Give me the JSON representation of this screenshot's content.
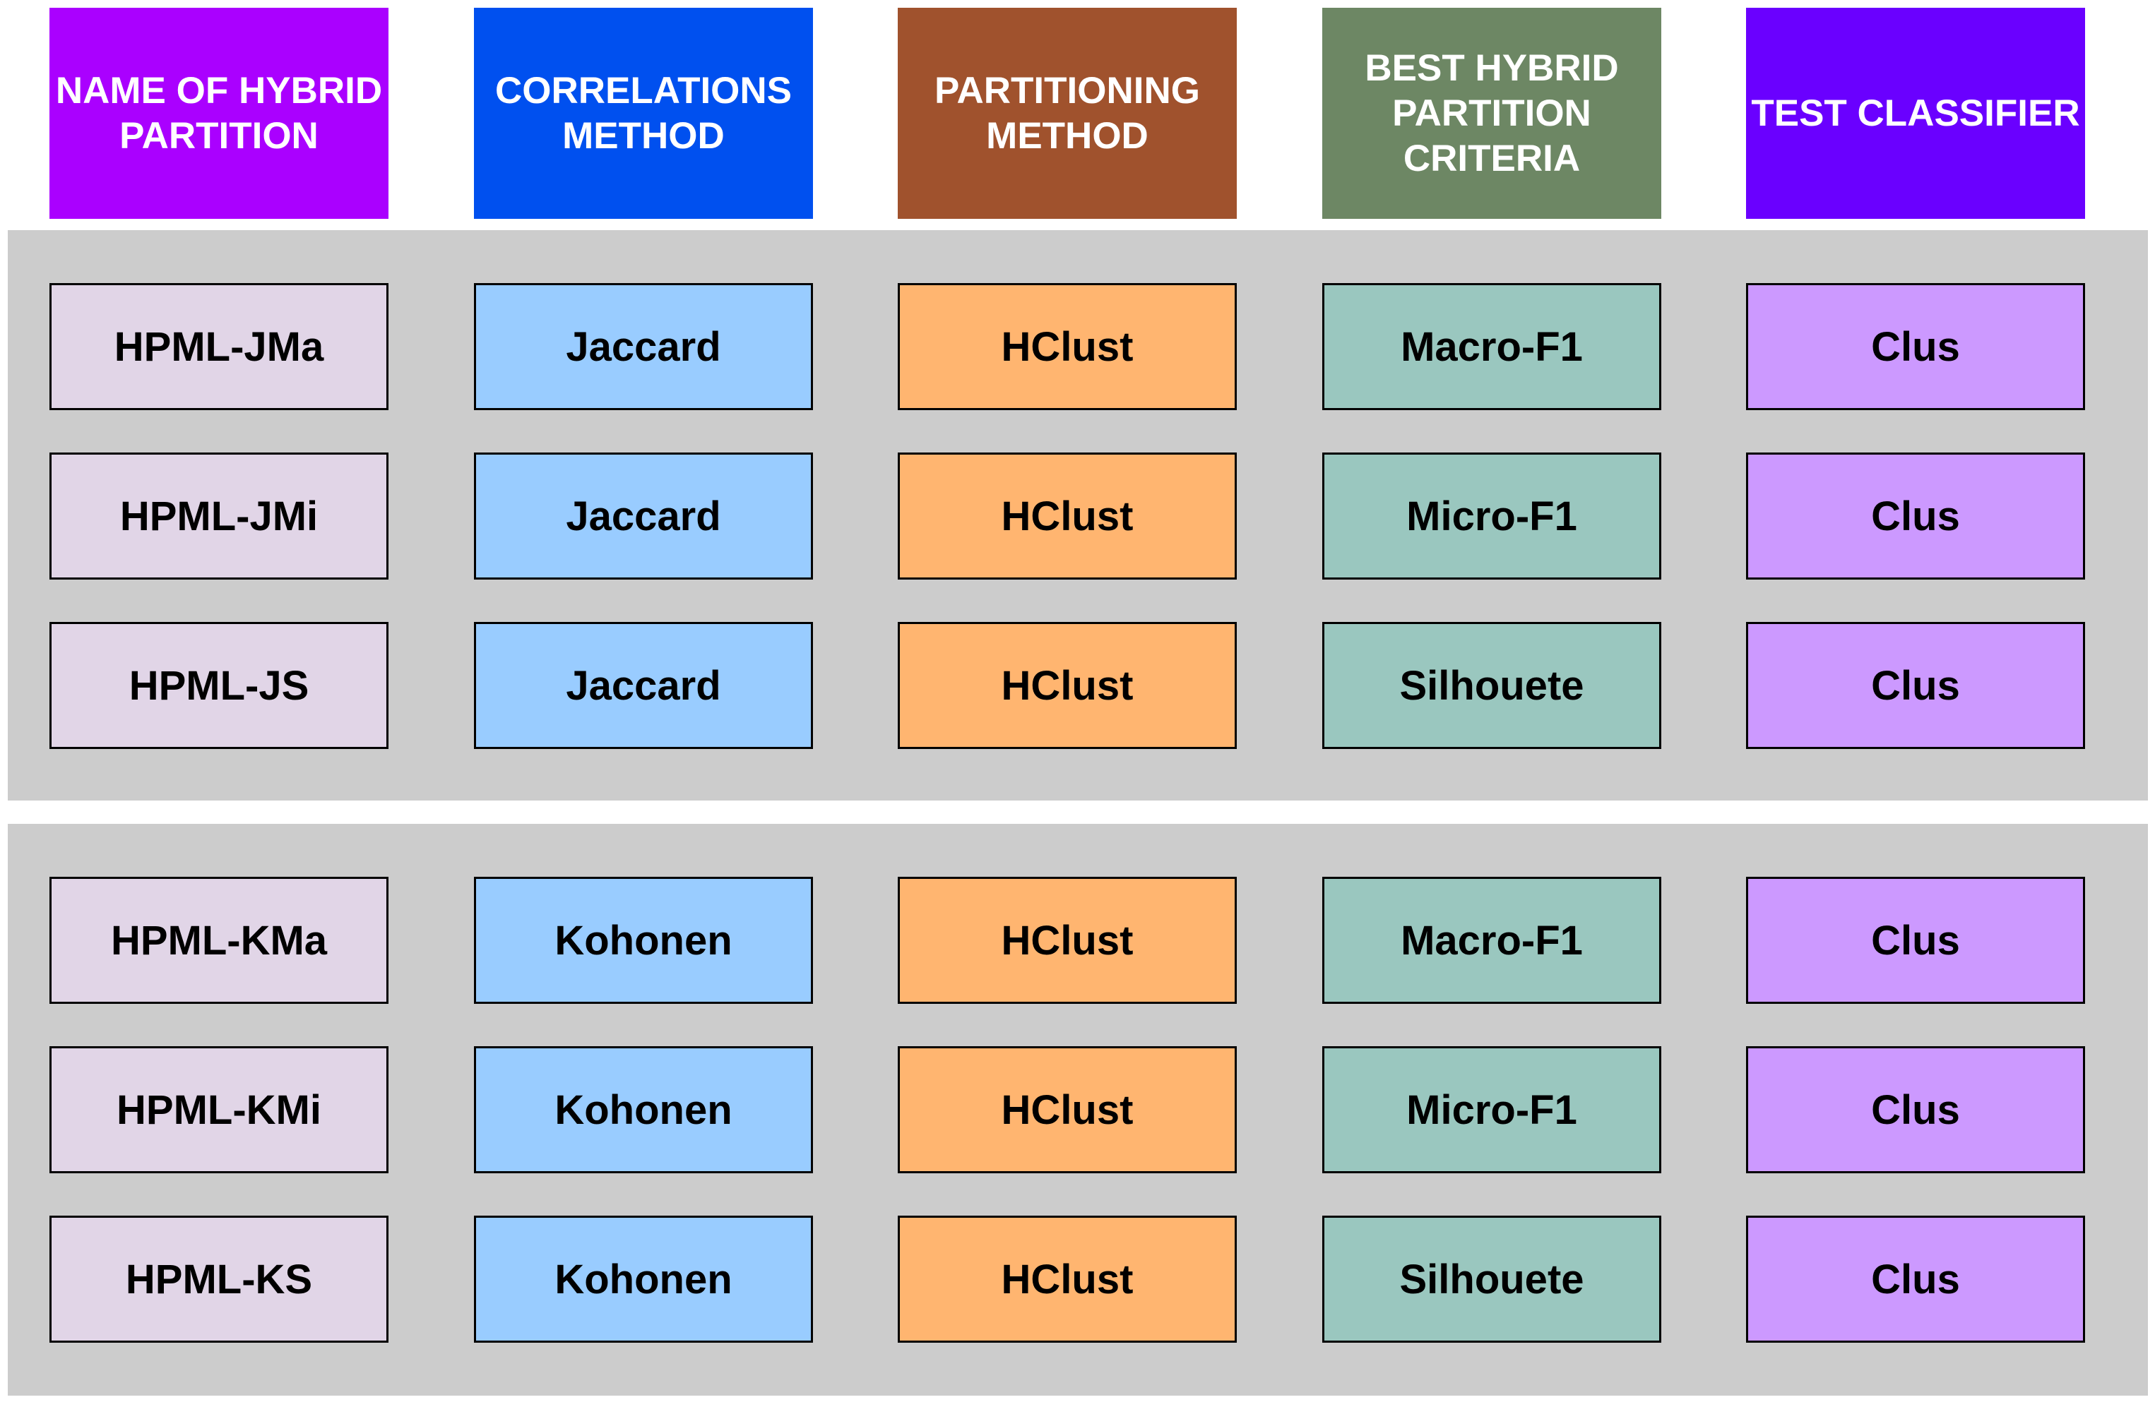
{
  "colors": {
    "headers": [
      "#aa00ff",
      "#0050ef",
      "#a0522d",
      "#6d8764",
      "#6a00ff"
    ],
    "cells": [
      "#e1d5e7",
      "#99ccff",
      "#ffb570",
      "#9ac7bf",
      "#cc99ff"
    ],
    "panel": "#cccccc"
  },
  "headers": [
    "NAME OF HYBRID\nPARTITION",
    "CORRELATIONS\nMETHOD",
    "PARTITIONING\nMETHOD",
    "BEST HYBRID\nPARTITION\nCRITERIA",
    "TEST CLASSIFIER"
  ],
  "groups": [
    {
      "rows": [
        [
          "HPML-JMa",
          "Jaccard",
          "HClust",
          "Macro-F1",
          "Clus"
        ],
        [
          "HPML-JMi",
          "Jaccard",
          "HClust",
          "Micro-F1",
          "Clus"
        ],
        [
          "HPML-JS",
          "Jaccard",
          "HClust",
          "Silhouete",
          "Clus"
        ]
      ]
    },
    {
      "rows": [
        [
          "HPML-KMa",
          "Kohonen",
          "HClust",
          "Macro-F1",
          "Clus"
        ],
        [
          "HPML-KMi",
          "Kohonen",
          "HClust",
          "Micro-F1",
          "Clus"
        ],
        [
          "HPML-KS",
          "Kohonen",
          "HClust",
          "Silhouete",
          "Clus"
        ]
      ]
    }
  ]
}
